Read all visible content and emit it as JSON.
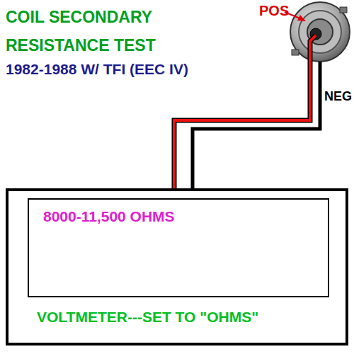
{
  "diagram": {
    "title": "COIL SECONDARY RESISTANCE TEST",
    "nodes": [
      {
        "text": [
          "VOLTMETER---SET TO \"OHMS\""
        ]
      },
      {
        "text": [
          "8000-11,500 OHMS"
        ],
        "in": 0
      }
    ],
    "labels": [
      "1982-1988 W/ TFI (EEC IV)",
      "POS",
      "NEG"
    ]
  }
}
